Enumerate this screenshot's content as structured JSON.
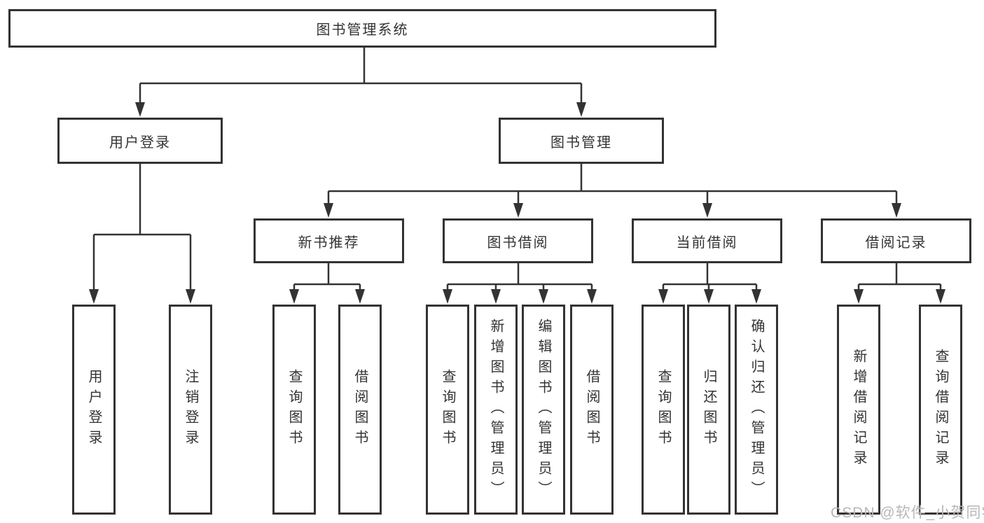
{
  "diagram_title": "图书管理系统",
  "tree": {
    "label": "图书管理系统",
    "children": [
      {
        "label": "用户登录",
        "children": [
          {
            "label": "用户登录"
          },
          {
            "label": "注销登录"
          }
        ]
      },
      {
        "label": "图书管理",
        "children": [
          {
            "label": "新书推荐",
            "children": [
              {
                "label": "查询图书"
              },
              {
                "label": "借阅图书"
              }
            ]
          },
          {
            "label": "图书借阅",
            "children": [
              {
                "label": "查询图书"
              },
              {
                "label": "新增图书（管理员）"
              },
              {
                "label": "编辑图书（管理员）"
              },
              {
                "label": "借阅图书"
              }
            ]
          },
          {
            "label": "当前借阅",
            "children": [
              {
                "label": "查询图书"
              },
              {
                "label": "归还图书"
              },
              {
                "label": "确认归还（管理员）"
              }
            ]
          },
          {
            "label": "借阅记录",
            "children": [
              {
                "label": "新增借阅记录"
              },
              {
                "label": "查询借阅记录"
              }
            ]
          }
        ]
      }
    ]
  },
  "watermark": "CSDN @软件_小贺同学",
  "colors": {
    "line": "#333333",
    "box_border": "#333333",
    "box_fill": "#ffffff",
    "text": "#333333",
    "watermark": "#b7b7b7",
    "background": "#ffffff"
  }
}
